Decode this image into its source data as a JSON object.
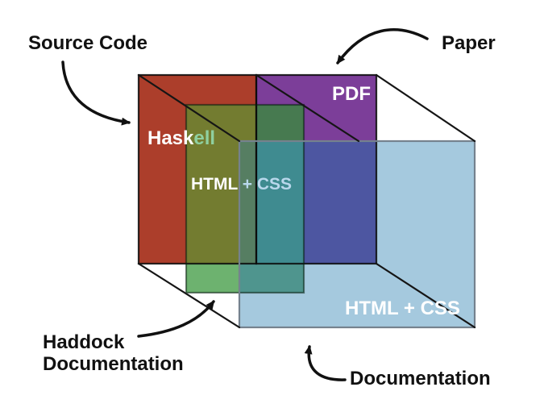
{
  "figure": {
    "callouts": {
      "source_code": "Source Code",
      "paper": "Paper",
      "haddock_line1": "Haddock",
      "haddock_line2": "Documentation",
      "documentation": "Documentation"
    },
    "faces": {
      "haskell_label_white": "Hask",
      "haskell_label_tinted": "ell",
      "pdf_label": "PDF",
      "haddock_label_white": "HTML ",
      "haddock_label_tinted": "+ CSS",
      "documentation_label": "HTML + CSS"
    },
    "colors": {
      "red": "#ac3e2b",
      "purple": "#7c3e99",
      "olive_overlap": "#737c30",
      "dark_green_overlap": "#477a50",
      "green": "#6db26f",
      "light_blue": "#a5c9de",
      "teal_left_overlap": "#567e62",
      "teal_overlap": "#3f8b90",
      "blue_violet_overlap": "#4d56a1",
      "teal_bottom_overlap": "#4f958e",
      "haskell_text_tint": "#8fd0a0",
      "css_text_tint": "#b9d8ec",
      "white_text": "#ffffff",
      "ink": "#111111"
    }
  }
}
